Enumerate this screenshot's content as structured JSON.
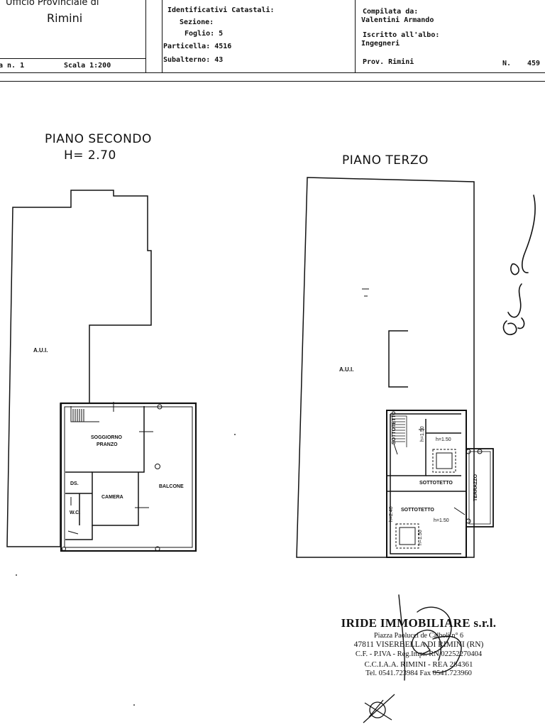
{
  "header": {
    "office_label": "Ufficio Provinciale di",
    "office_city": "Rimini",
    "sheet_no": "a n. 1",
    "scale": "Scala 1:200",
    "cadastral_title": "Identificativi Catastali:",
    "sezione": "Sezione:",
    "foglio": "Foglio: 5",
    "particella": "Particella: 4516",
    "subalterno": "Subalterno: 43",
    "compiled_by_label": "Compilata da:",
    "compiled_by_name": "Valentini Armando",
    "register_label": "Iscritto all'albo:",
    "register_value": "Ingegneri",
    "province": "Prov. Rimini",
    "number_label": "N.",
    "number_value": "459"
  },
  "floor2": {
    "title": "PIANO SECONDO",
    "height": "H= 2.70",
    "aui": "A.U.I.",
    "rooms": {
      "soggiorno": "SOGGIORNO",
      "pranzo": "PRANZO",
      "camera": "CAMERA",
      "balcone": "BALCONE",
      "ds": "DS.",
      "wc": "W.C."
    }
  },
  "floor3": {
    "title": "PIANO TERZO",
    "aui": "A.U.I.",
    "rooms": {
      "sottotetto_1": "SOTTOTETTO",
      "sottotetto_2": "SOTTOTETTO",
      "sottotetto_3": "SOTTOTETTO",
      "terrazzo": "TERRAZZO",
      "h_150_a": "h=1.50",
      "h_150_b": "h=1.50",
      "h_150_c": "h=1.50",
      "h_150_d": "h=1.50",
      "h_240": "h=2.40"
    }
  },
  "stamp": {
    "company": "IRIDE IMMOBILIARE s.r.l.",
    "address": "Piazza Paolucci de Calboli n° 6",
    "city": "47811 VISERBELLA DI RIMINI (RN)",
    "tax": "C.F. - P.IVA - Reg.Impr. RN 02252270404",
    "cciaa": "C.C.I.A.A. RIMINI - REA 284361",
    "phone": "Tel. 0541.723984 Fax 0541.723960"
  }
}
